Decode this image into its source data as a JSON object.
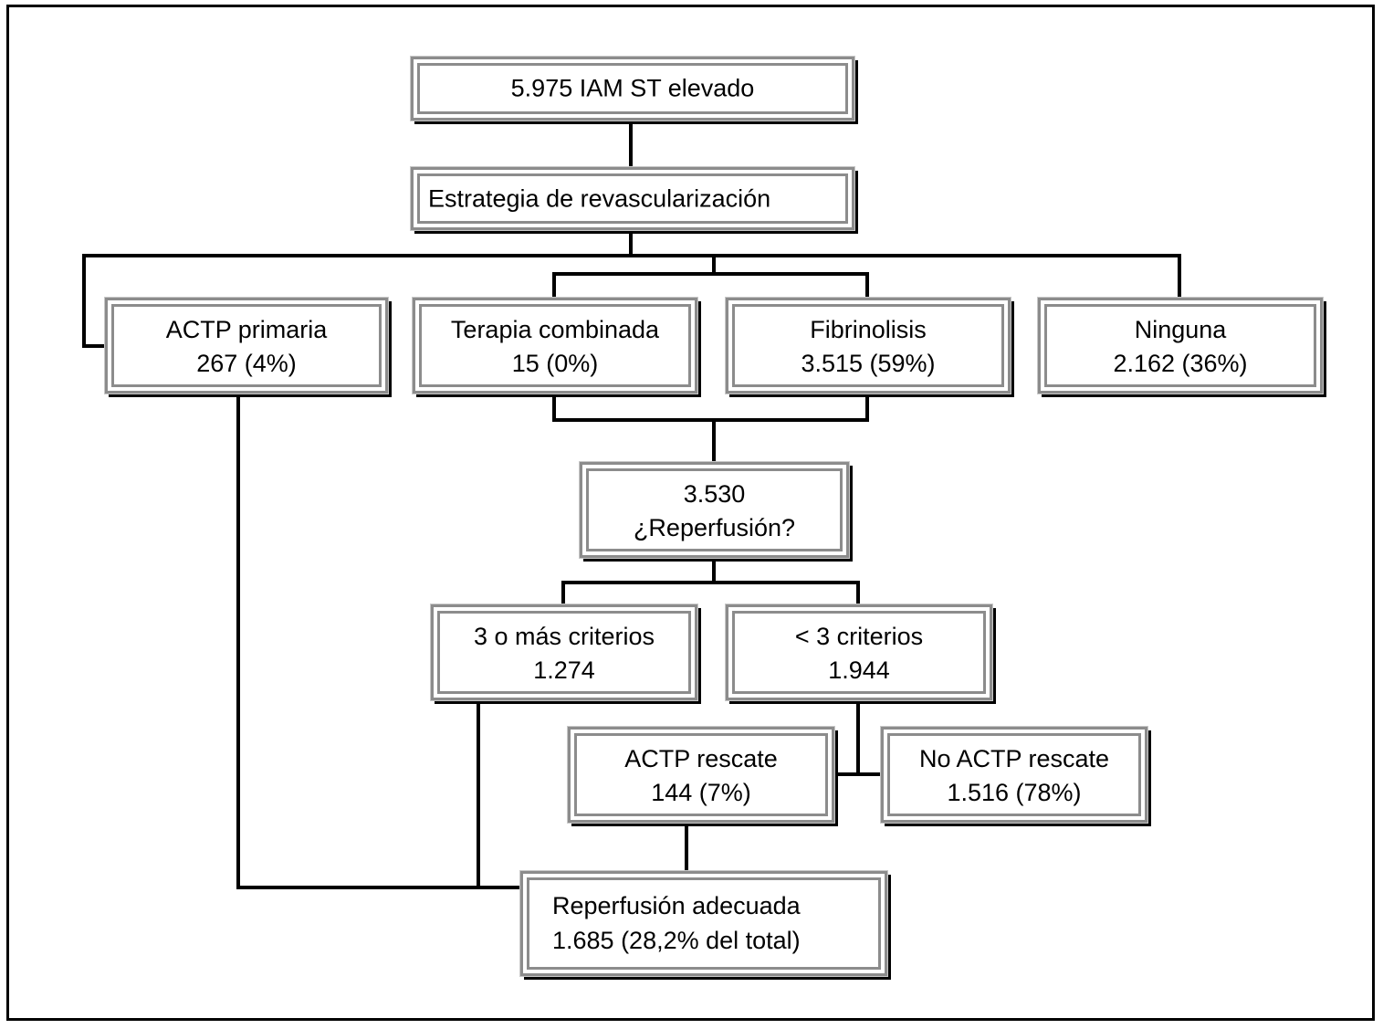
{
  "nodes": {
    "root": "5.975 IAM ST elevado",
    "strategy": "Estrategia de revascularización",
    "actp_primaria": {
      "line1": "ACTP primaria",
      "line2": "267 (4%)"
    },
    "terapia_combinada": {
      "line1": "Terapia combinada",
      "line2": "15 (0%)"
    },
    "fibrinolisis": {
      "line1": "Fibrinolisis",
      "line2": "3.515 (59%)"
    },
    "ninguna": {
      "line1": "Ninguna",
      "line2": "2.162 (36%)"
    },
    "reperfusion_q": {
      "line1": "3.530",
      "line2": "¿Reperfusión?"
    },
    "tres_o_mas": {
      "line1": "3 o más criterios",
      "line2": "1.274"
    },
    "menos_tres": {
      "line1": "< 3 criterios",
      "line2": "1.944"
    },
    "actp_rescate": {
      "line1": "ACTP rescate",
      "line2": "144 (7%)"
    },
    "no_actp_rescate": {
      "line1": "No ACTP rescate",
      "line2": "1.516 (78%)"
    },
    "reperfusion_adecuada": {
      "line1": "Reperfusión adecuada",
      "line2": "1.685 (28,2% del total)"
    }
  }
}
